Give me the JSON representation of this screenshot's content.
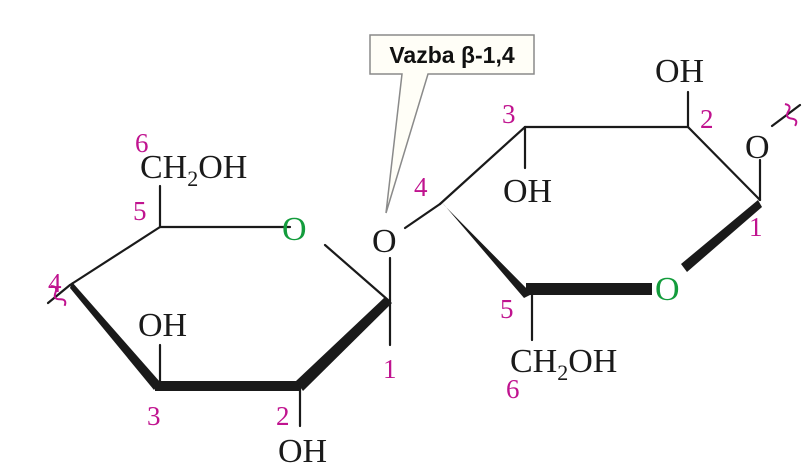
{
  "callout": {
    "label": "Vazba β-1,4"
  },
  "colors": {
    "number": "#c0138f",
    "ring_oxygen": "#139c3c",
    "bond": "#1a1a1a",
    "wavy": "#c0138f",
    "callout_fill": "#fffef7",
    "callout_stroke": "#8a8a8a"
  },
  "left_ring": {
    "numbers": {
      "c1": "1",
      "c2": "2",
      "c3": "3",
      "c4": "4",
      "c5": "5",
      "c6": "6"
    },
    "ring_oxygen": "O",
    "ch2oh": {
      "main": "CH",
      "sub": "2",
      "end": "OH"
    },
    "oh_c3": "OH",
    "oh_c2": "OH"
  },
  "glycosidic_oxygen": "O",
  "right_ring": {
    "numbers": {
      "c1": "1",
      "c2": "2",
      "c3": "3",
      "c4": "4",
      "c5": "5",
      "c6": "6"
    },
    "ring_oxygen": "O",
    "ch2oh": {
      "main": "CH",
      "sub": "2",
      "end": "OH"
    },
    "oh_c3": "OH",
    "oh_c2": "OH",
    "o_c1": "O"
  }
}
